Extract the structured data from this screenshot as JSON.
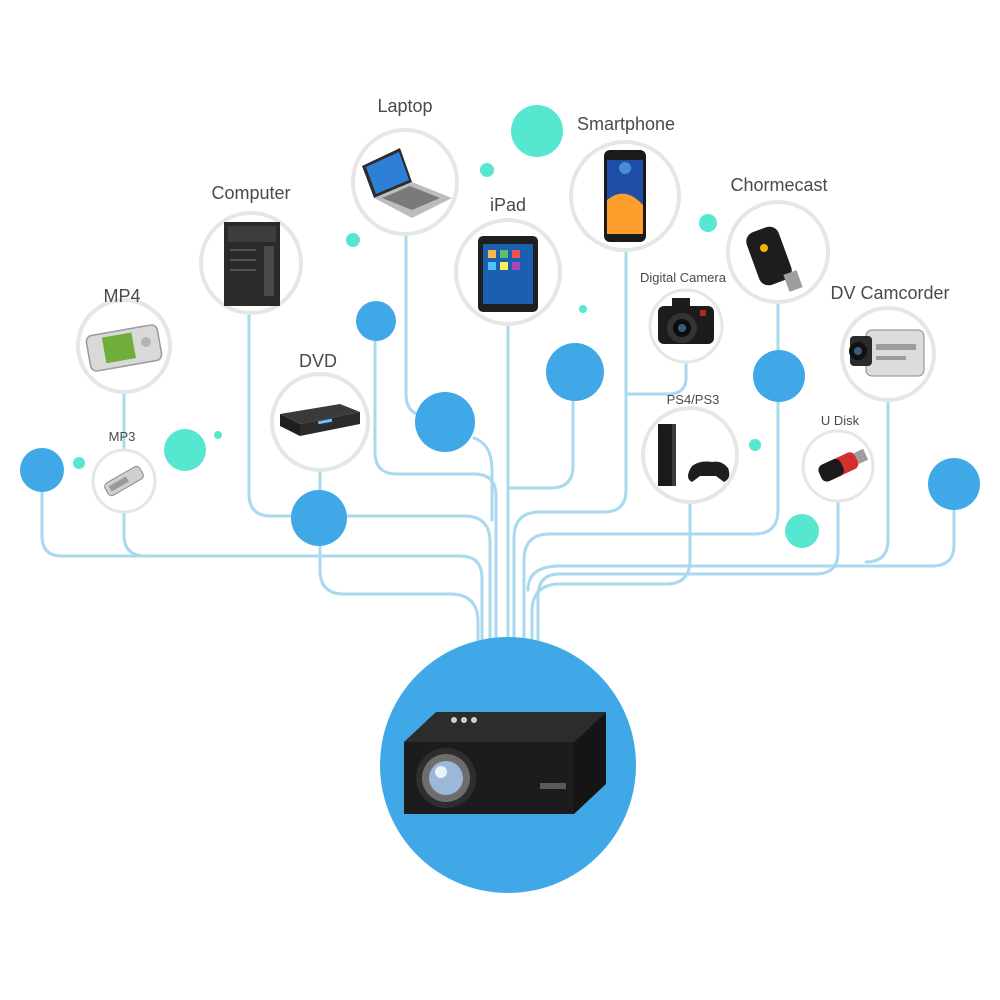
{
  "colors": {
    "line": "#a9d9ee",
    "blue_dot": "#41a8e8",
    "teal_dot": "#57e6cf",
    "hub": "#41a8e8",
    "device_ring": "#e6e6e6",
    "label": "#4a4a4a"
  },
  "hub": {
    "name": "projector",
    "icon": "projector-icon"
  },
  "devices": [
    {
      "id": "mp4",
      "label": "MP4",
      "icon": "mp4-player-icon"
    },
    {
      "id": "mp3",
      "label": "MP3",
      "icon": "usb-mp3-icon"
    },
    {
      "id": "computer",
      "label": "Computer",
      "icon": "desktop-tower-icon"
    },
    {
      "id": "dvd",
      "label": "DVD",
      "icon": "dvd-player-icon"
    },
    {
      "id": "laptop",
      "label": "Laptop",
      "icon": "laptop-icon"
    },
    {
      "id": "ipad",
      "label": "iPad",
      "icon": "tablet-icon"
    },
    {
      "id": "smartphone",
      "label": "Smartphone",
      "icon": "smartphone-icon"
    },
    {
      "id": "digital-camera",
      "label": "Digital Camera",
      "icon": "dslr-camera-icon"
    },
    {
      "id": "ps4",
      "label": "PS4/PS3",
      "icon": "game-console-icon"
    },
    {
      "id": "chromecast",
      "label": "Chormecast",
      "icon": "chromecast-icon"
    },
    {
      "id": "dv",
      "label": "DV Camcorder",
      "icon": "camcorder-icon"
    },
    {
      "id": "udisk",
      "label": "U Disk",
      "icon": "usb-flash-drive-icon"
    }
  ]
}
